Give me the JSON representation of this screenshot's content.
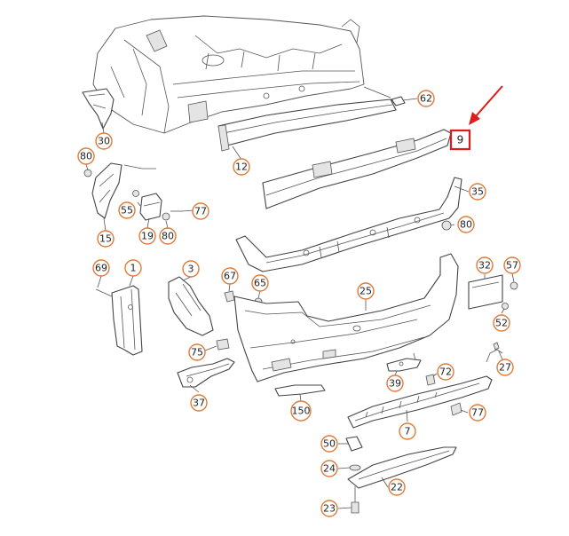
{
  "diagram": {
    "colors": {
      "callout_ring": "#e07b39",
      "highlight": "#e01b1b",
      "line": "#444444"
    },
    "callouts": [
      {
        "id": "30",
        "label": "30"
      },
      {
        "id": "62",
        "label": "62"
      },
      {
        "id": "80a",
        "label": "80"
      },
      {
        "id": "12",
        "label": "12"
      },
      {
        "id": "35",
        "label": "35"
      },
      {
        "id": "55",
        "label": "55"
      },
      {
        "id": "77a",
        "label": "77"
      },
      {
        "id": "80b",
        "label": "80"
      },
      {
        "id": "19",
        "label": "19"
      },
      {
        "id": "80c",
        "label": "80"
      },
      {
        "id": "15",
        "label": "15"
      },
      {
        "id": "69",
        "label": "69"
      },
      {
        "id": "1",
        "label": "1"
      },
      {
        "id": "3",
        "label": "3"
      },
      {
        "id": "67",
        "label": "67"
      },
      {
        "id": "65",
        "label": "65"
      },
      {
        "id": "25",
        "label": "25"
      },
      {
        "id": "32",
        "label": "32"
      },
      {
        "id": "57",
        "label": "57"
      },
      {
        "id": "52",
        "label": "52"
      },
      {
        "id": "75",
        "label": "75"
      },
      {
        "id": "27",
        "label": "27"
      },
      {
        "id": "72",
        "label": "72"
      },
      {
        "id": "39",
        "label": "39"
      },
      {
        "id": "37",
        "label": "37"
      },
      {
        "id": "77b",
        "label": "77"
      },
      {
        "id": "150",
        "label": "150"
      },
      {
        "id": "7",
        "label": "7"
      },
      {
        "id": "50",
        "label": "50"
      },
      {
        "id": "24",
        "label": "24"
      },
      {
        "id": "22",
        "label": "22"
      },
      {
        "id": "23",
        "label": "23"
      }
    ],
    "highlighted": {
      "label": "9"
    }
  }
}
